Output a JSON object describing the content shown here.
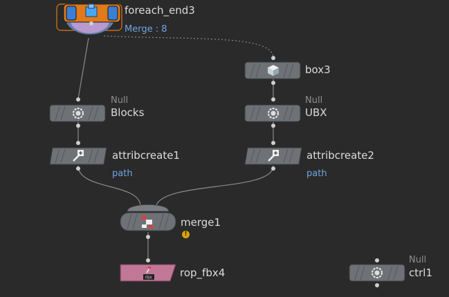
{
  "colors": {
    "background": "#2a2a2a",
    "wire": "#9a9a9a",
    "node_fill": "#6e7276",
    "node_fill_dark": "#5a5e62",
    "foreach_orange": "#e07a1a",
    "foreach_blue": "#3b7fd4",
    "rop_pink": "#c07896",
    "label_blue": "#6fa6e0",
    "warning": "#d9a400"
  },
  "nodes": {
    "foreach_end3": {
      "name": "foreach_end3",
      "subtitle": "Merge : 8",
      "icon": "foreach-end-icon"
    },
    "box3": {
      "name": "box3",
      "icon": "cube-icon"
    },
    "blocks": {
      "type": "Null",
      "name": "Blocks",
      "icon": "null-circle-icon"
    },
    "ubx": {
      "type": "Null",
      "name": "UBX",
      "icon": "null-circle-icon"
    },
    "attribcreate1": {
      "name": "attribcreate1",
      "subtitle": "path",
      "icon": "attribcreate-icon"
    },
    "attribcreate2": {
      "name": "attribcreate2",
      "subtitle": "path",
      "icon": "attribcreate-icon"
    },
    "merge1": {
      "name": "merge1",
      "warning_glyph": "!",
      "icon": "merge-icon"
    },
    "rop_fbx4": {
      "name": "rop_fbx4",
      "icon_text": "FBX",
      "icon": "rop-fbx-icon"
    },
    "ctrl1": {
      "type": "Null",
      "name": "ctrl1",
      "icon": "null-circle-icon"
    }
  }
}
